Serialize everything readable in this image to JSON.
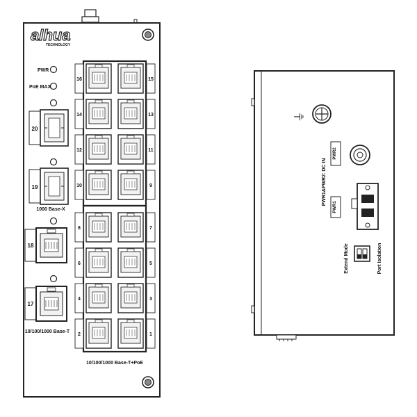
{
  "front_panel": {
    "brand": "alhua",
    "brand_sub": "TECHNOLOGY",
    "led_pwr": "PWR",
    "led_poe_max": "PoE MAX",
    "sfp_ports": [
      "20",
      "19"
    ],
    "sfp_group_label": "1000 Base-X",
    "combo_ports": [
      "18",
      "17"
    ],
    "combo_group_label": "10/100/1000 Base-T",
    "rj45_left_numbers": [
      "16",
      "14",
      "12",
      "10",
      "8",
      "6",
      "4",
      "2"
    ],
    "rj45_right_numbers": [
      "15",
      "13",
      "11",
      "9",
      "7",
      "5",
      "3",
      "1"
    ],
    "poe_group_label": "10/100/1000 Base-T+PoE"
  },
  "side_panel": {
    "power_label": "PWR1&PWR2: DC IN",
    "pwr2_label": "PWR2",
    "pwr1_label": "PWR1",
    "extend_mode_label": "Extend Mode",
    "port_isolation_label": "Port Isolation",
    "ground_symbol": "⏚"
  },
  "colors": {
    "stroke": "#222222",
    "panel_fill": "#ffffff",
    "port_fill": "#f2f2f2"
  }
}
